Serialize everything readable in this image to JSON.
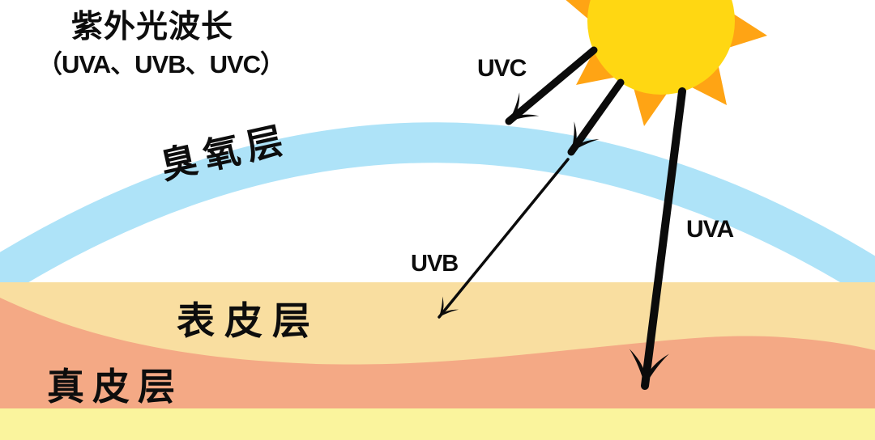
{
  "title": "紫外光波长",
  "subtitle": "（UVA、UVB、UVC）",
  "labels": {
    "ozone": "臭氧层",
    "uvc": "UVC",
    "uvb": "UVB",
    "uva": "UVA",
    "epidermis": "表皮层",
    "dermis": "真皮层"
  },
  "colors": {
    "sun_body": "#FFD712",
    "sun_rays": "#FFA414",
    "ozone_band": "#AEE3F8",
    "epidermis_layer": "#F9DEA0",
    "dermis_layer": "#F4A985",
    "subcutis_layer": "#FAF49D",
    "arrow": "#0B0B0B"
  }
}
